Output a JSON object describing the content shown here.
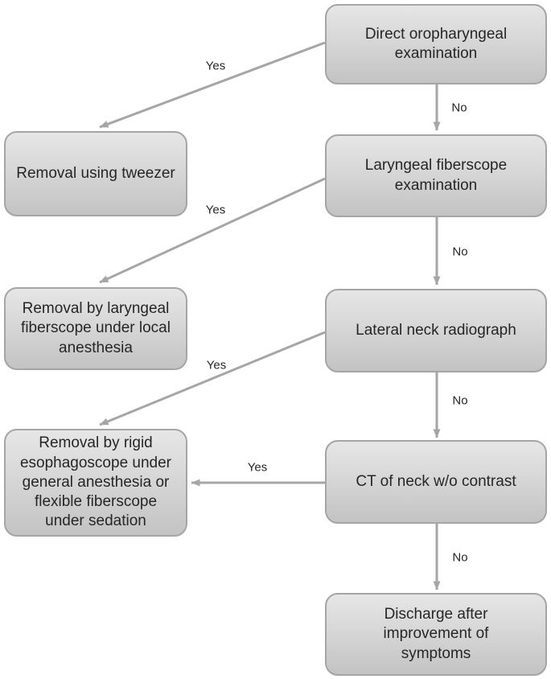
{
  "diagram": {
    "type": "flowchart",
    "background": "#ffffff",
    "colors": {
      "node_fill_top": "#e6e6e6",
      "node_fill_bottom": "#c3c3c3",
      "node_border": "#a5a5a5",
      "arrow": "#a6a6a6",
      "text": "#262626"
    },
    "nodes": [
      {
        "id": "direct-oropharyngeal-examination",
        "label": "Direct oropharyngeal examination"
      },
      {
        "id": "removal-using-tweezer",
        "label": "Removal using tweezer"
      },
      {
        "id": "laryngeal-fiberscope-examination",
        "label": "Laryngeal fiberscope examination"
      },
      {
        "id": "removal-by-laryngeal-fiberscope",
        "label": "Removal by laryngeal fiberscope under local anesthesia"
      },
      {
        "id": "lateral-neck-radiograph",
        "label": "Lateral neck radiograph"
      },
      {
        "id": "removal-by-rigid-esophagoscope",
        "label": "Removal by rigid esophagoscope under general anesthesia  or flexible fiberscope under sedation"
      },
      {
        "id": "ct-of-neck",
        "label": "CT of neck w/o contrast"
      },
      {
        "id": "discharge",
        "label": "Discharge after improvement of symptoms"
      }
    ],
    "edges": [
      {
        "from": "direct-oropharyngeal-examination",
        "to": "removal-using-tweezer",
        "label": "Yes"
      },
      {
        "from": "direct-oropharyngeal-examination",
        "to": "laryngeal-fiberscope-examination",
        "label": "No"
      },
      {
        "from": "laryngeal-fiberscope-examination",
        "to": "removal-by-laryngeal-fiberscope",
        "label": "Yes"
      },
      {
        "from": "laryngeal-fiberscope-examination",
        "to": "lateral-neck-radiograph",
        "label": "No"
      },
      {
        "from": "lateral-neck-radiograph",
        "to": "removal-by-rigid-esophagoscope",
        "label": "Yes"
      },
      {
        "from": "lateral-neck-radiograph",
        "to": "ct-of-neck",
        "label": "No"
      },
      {
        "from": "ct-of-neck",
        "to": "removal-by-rigid-esophagoscope",
        "label": "Yes"
      },
      {
        "from": "ct-of-neck",
        "to": "discharge",
        "label": "No"
      }
    ]
  }
}
